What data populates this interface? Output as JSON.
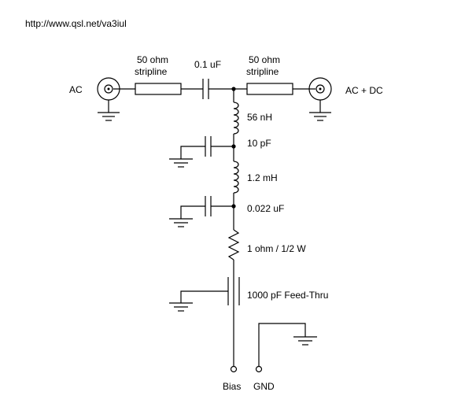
{
  "header": {
    "url": "http://www.qsl.net/va3iul"
  },
  "labels": {
    "input": "AC",
    "output": "AC + DC",
    "stripline_in_1": "50 ohm",
    "stripline_in_2": "stripline",
    "stripline_out_1": "50 ohm",
    "stripline_out_2": "stripline",
    "coupling_cap": "0.1 uF",
    "inductor_1": "56 nH",
    "cap_1": "10 pF",
    "inductor_2": "1.2 mH",
    "cap_2": "0.022 uF",
    "resistor": "1 ohm / 1/2 W",
    "feedthru": "1000 pF Feed-Thru",
    "bias": "Bias",
    "gnd": "GND"
  },
  "colors": {
    "ink": "#000000",
    "background": "#ffffff"
  }
}
